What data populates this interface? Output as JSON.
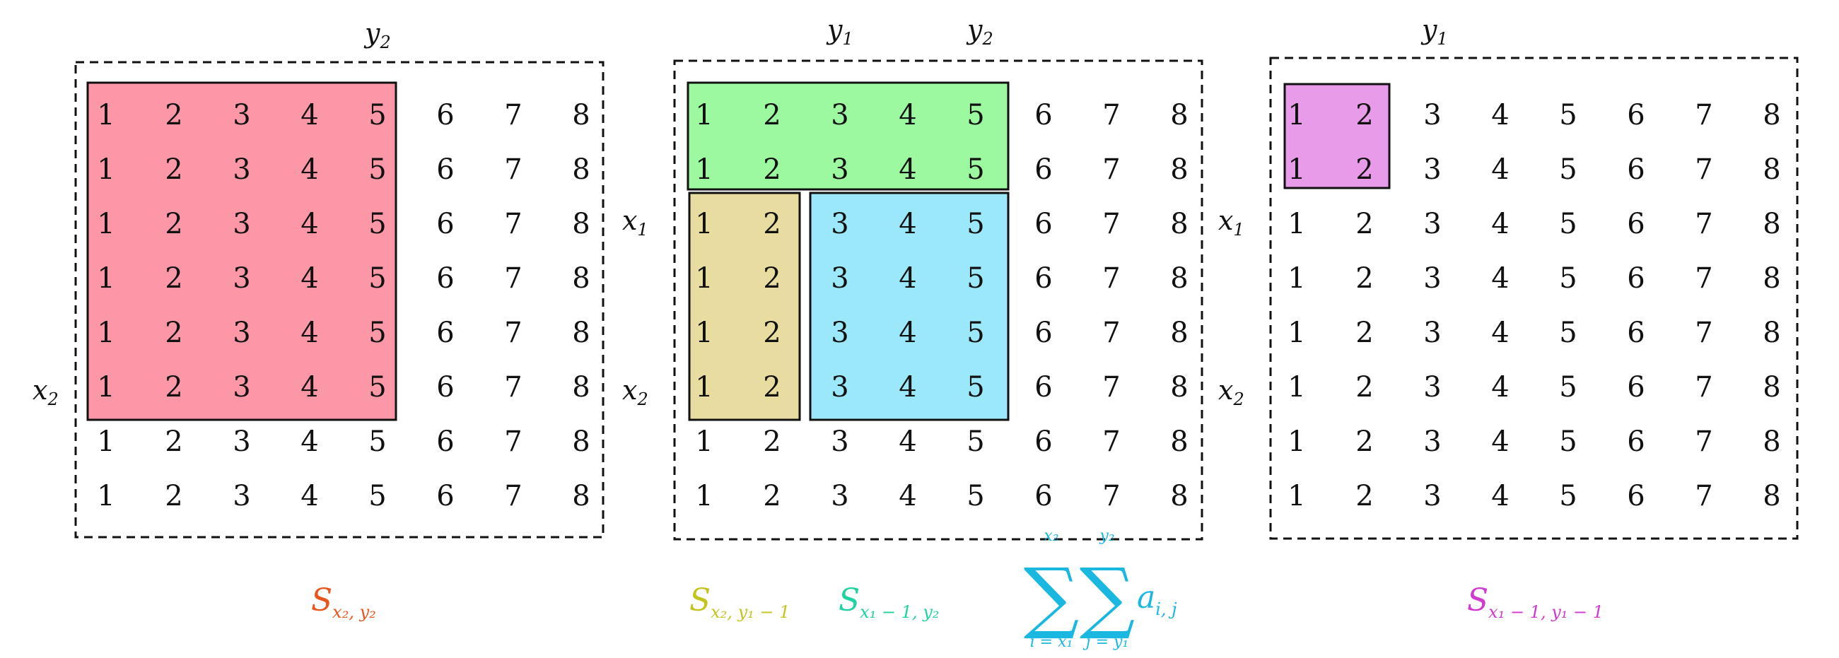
{
  "grid": {
    "rows": [
      [
        "1",
        "2",
        "3",
        "4",
        "5",
        "6",
        "7",
        "8"
      ],
      [
        "1",
        "2",
        "3",
        "4",
        "5",
        "6",
        "7",
        "8"
      ],
      [
        "1",
        "2",
        "3",
        "4",
        "5",
        "6",
        "7",
        "8"
      ],
      [
        "1",
        "2",
        "3",
        "4",
        "5",
        "6",
        "7",
        "8"
      ],
      [
        "1",
        "2",
        "3",
        "4",
        "5",
        "6",
        "7",
        "8"
      ],
      [
        "1",
        "2",
        "3",
        "4",
        "5",
        "6",
        "7",
        "8"
      ],
      [
        "1",
        "2",
        "3",
        "4",
        "5",
        "6",
        "7",
        "8"
      ],
      [
        "1",
        "2",
        "3",
        "4",
        "5",
        "6",
        "7",
        "8"
      ]
    ]
  },
  "panel1": {
    "top_label": {
      "var": "y",
      "sub": "2"
    },
    "side_label": {
      "var": "x",
      "sub": "2"
    },
    "caption": {
      "main": "S",
      "sub": "x₂, y₂"
    }
  },
  "panel2": {
    "top_label_1": {
      "var": "y",
      "sub": "1"
    },
    "top_label_2": {
      "var": "y",
      "sub": "2"
    },
    "side_label_1": {
      "var": "x",
      "sub": "1"
    },
    "side_label_2": {
      "var": "x",
      "sub": "2"
    },
    "caption_1": {
      "main": "S",
      "sub": "x₂, y₁ − 1"
    },
    "caption_2": {
      "main": "S",
      "sub": "x₁ − 1, y₂"
    },
    "caption_3": {
      "sigma": "∑",
      "sum1_upper": "x₂",
      "sum1_lower": "i = x₁",
      "sum2_upper": "y₂",
      "sum2_lower": "j = y₁",
      "term": "a",
      "term_sub": "i, j"
    }
  },
  "panel3": {
    "top_label": {
      "var": "y",
      "sub": "1"
    },
    "side_label_1": {
      "var": "x",
      "sub": "1"
    },
    "side_label_2": {
      "var": "x",
      "sub": "2"
    },
    "caption": {
      "main": "S",
      "sub": "x₁ − 1, y₁ − 1"
    }
  },
  "colors": {
    "red_fill": "#fb97a6",
    "green_fill": "#9cf99f",
    "khaki_fill": "#e8dca0",
    "cyan_fill": "#9be8fb",
    "violet_fill": "#e89be8",
    "caption_red": "#e8561e",
    "caption_olive": "#c4c41e",
    "caption_teal": "#1fd2a0",
    "caption_cyan": "#1ab8e0",
    "caption_magenta": "#d03ad0"
  }
}
